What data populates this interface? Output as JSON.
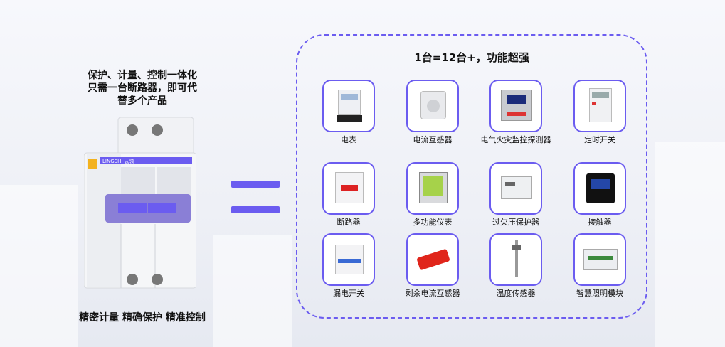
{
  "left": {
    "headline": "保护、计量、控制一体化只需一台断路器，即可代替多个产品",
    "tagline": "精密计量 精确保护 精准控制",
    "product_brand": "LINGSHI 云领"
  },
  "panel": {
    "title": "1台=12台+，功能超强",
    "items": [
      {
        "label": "电表",
        "icon": "electric-meter"
      },
      {
        "label": "电流互感器",
        "icon": "current-transformer"
      },
      {
        "label": "电气火灾监控探测器",
        "icon": "fire-monitor"
      },
      {
        "label": "定时开关",
        "icon": "timer-switch"
      },
      {
        "label": "断路器",
        "icon": "circuit-breaker"
      },
      {
        "label": "多功能仪表",
        "icon": "multifunction-meter"
      },
      {
        "label": "过欠压保护器",
        "icon": "voltage-protector"
      },
      {
        "label": "接触器",
        "icon": "contactor"
      },
      {
        "label": "漏电开关",
        "icon": "leakage-switch"
      },
      {
        "label": "剩余电流互感器",
        "icon": "residual-current-transformer"
      },
      {
        "label": "温度传感器",
        "icon": "temperature-sensor"
      },
      {
        "label": "智慧照明模块",
        "icon": "lighting-module"
      }
    ]
  },
  "colors": {
    "accent": "#6b5cf0"
  }
}
